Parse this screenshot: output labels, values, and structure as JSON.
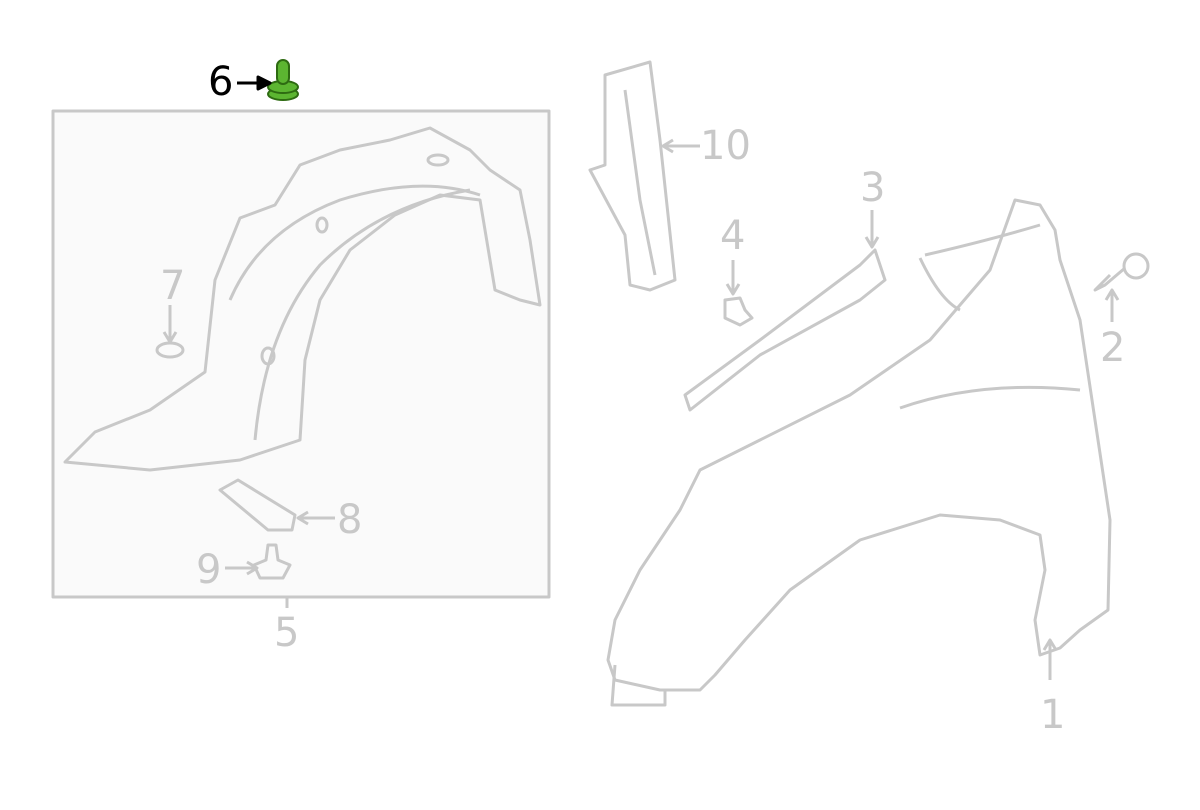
{
  "diagram": {
    "colors": {
      "line": "#c8c8c8",
      "highlight": "#5cb531",
      "highlight_dark": "#2e6b12",
      "active_label": "#000000",
      "box_fill": "#fafafa"
    },
    "highlighted_part": "6",
    "callouts": [
      {
        "number": "1",
        "part": "fender"
      },
      {
        "number": "2",
        "part": "bolt"
      },
      {
        "number": "3",
        "part": "fender-seal"
      },
      {
        "number": "4",
        "part": "clip"
      },
      {
        "number": "5",
        "part": "fender-liner-assembly"
      },
      {
        "number": "6",
        "part": "liner-clip"
      },
      {
        "number": "7",
        "part": "washer"
      },
      {
        "number": "8",
        "part": "bracket"
      },
      {
        "number": "9",
        "part": "push-clip"
      },
      {
        "number": "10",
        "part": "fender-brace"
      }
    ]
  }
}
